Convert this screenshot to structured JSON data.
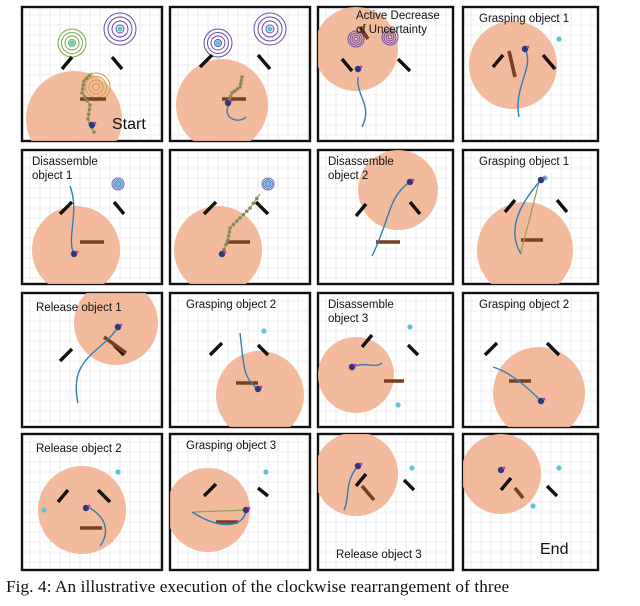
{
  "figure": {
    "panels": [
      {
        "label": "",
        "big_label": "Start"
      },
      {
        "label": "",
        "big_label": ""
      },
      {
        "label": "Active Decrease of Uncertainty",
        "big_label": ""
      },
      {
        "label": "Grasping object 1",
        "big_label": ""
      },
      {
        "label": "Disassemble object 1",
        "big_label": ""
      },
      {
        "label": "",
        "big_label": ""
      },
      {
        "label": "Disassemble object 2",
        "big_label": ""
      },
      {
        "label": "Grasping object 1",
        "big_label": ""
      },
      {
        "label": "Release object 1",
        "big_label": ""
      },
      {
        "label": "Grasping object 2",
        "big_label": ""
      },
      {
        "label": "Disassemble object 3",
        "big_label": ""
      },
      {
        "label": "Grasping object 2",
        "big_label": ""
      },
      {
        "label": "Release object 2",
        "big_label": ""
      },
      {
        "label": "Grasping object 3",
        "big_label": ""
      },
      {
        "label": "Release object 3",
        "big_label": ""
      },
      {
        "label": "",
        "big_label": "End"
      }
    ],
    "caption": "Fig. 4: An illustrative execution of the clockwise rearrangement of three"
  },
  "colors": {
    "uncertainty_disk": "#f2b495",
    "wall": "#111111",
    "object": "#7a3e22",
    "trajectory": "#2f7fb5",
    "goal_marker": "#5fc3d9"
  }
}
